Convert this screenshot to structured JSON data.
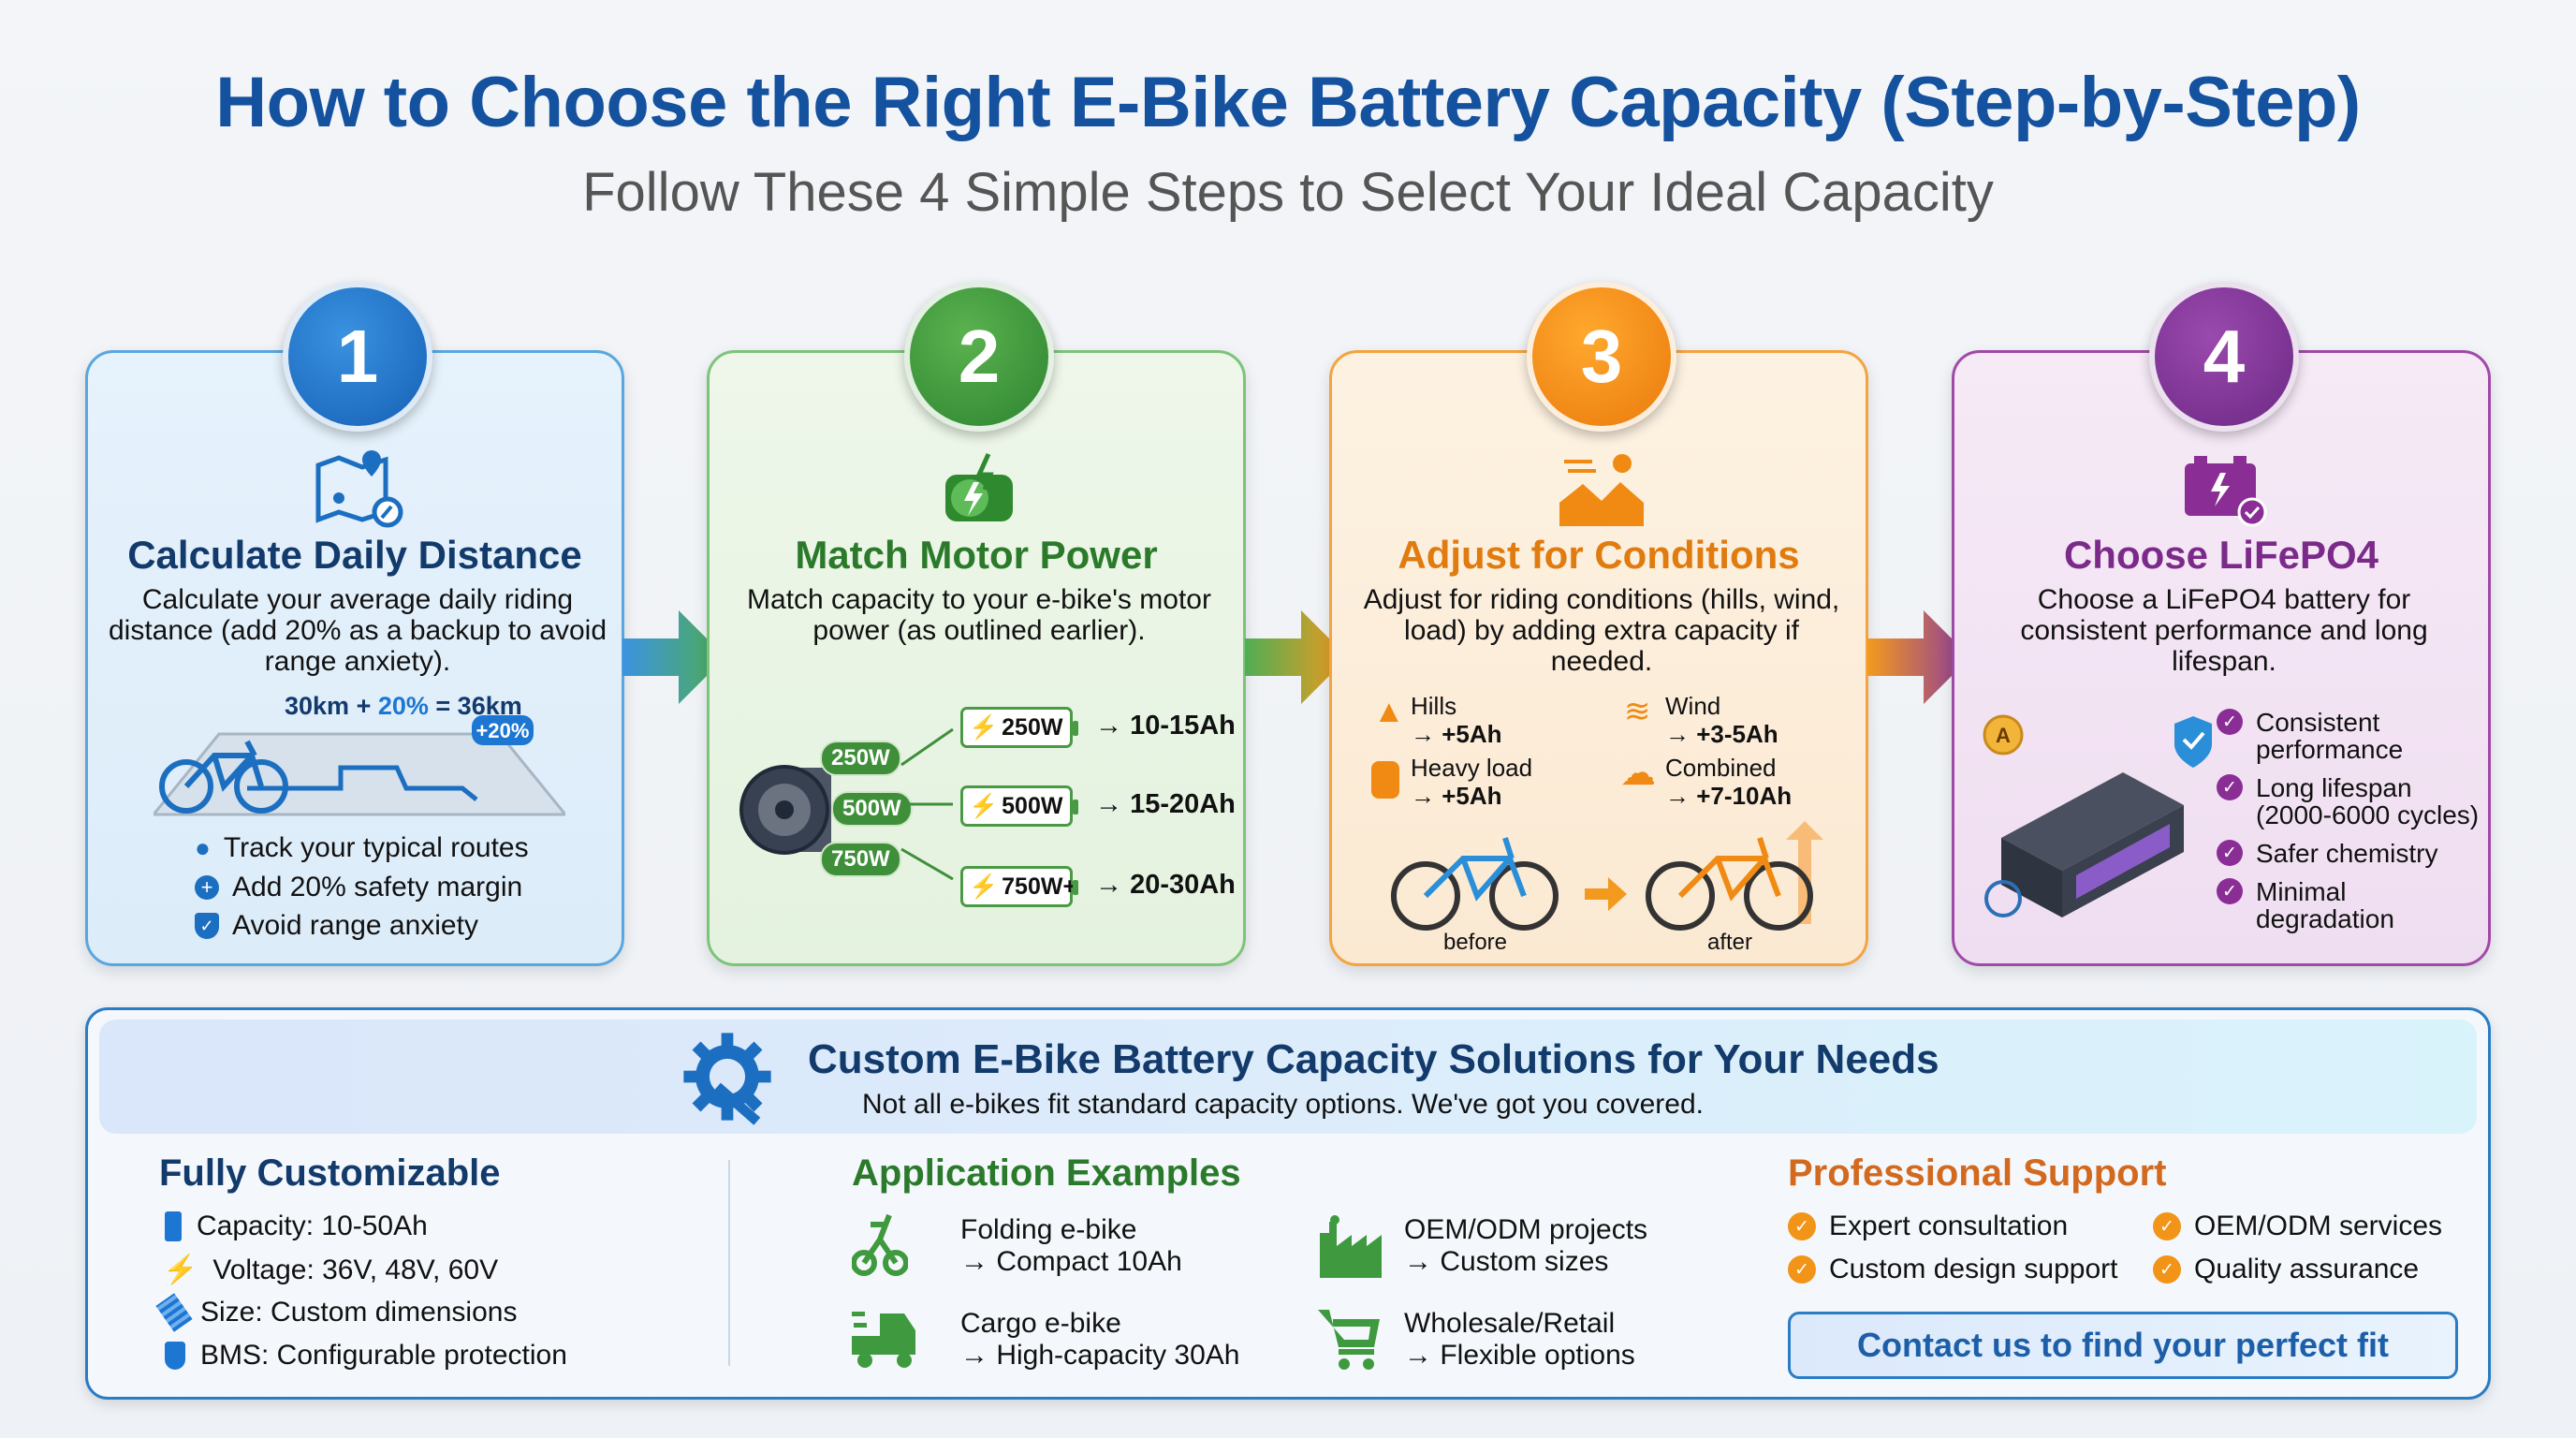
{
  "header": {
    "title": "How to Choose the Right E-Bike Battery Capacity (Step-by-Step)",
    "subtitle": "Follow These 4 Simple Steps to Select Your Ideal Capacity"
  },
  "steps": [
    {
      "number": "1",
      "title": "Calculate Daily Distance",
      "description": "Calculate your average daily riding distance (add 20% as a backup to avoid range anxiety).",
      "formula": {
        "a": "30km",
        "plus": " + ",
        "b": "20%",
        "eq": " = ",
        "result": "36km"
      },
      "badge": "+20%",
      "bullets": [
        "Track your typical routes",
        "Add 20% safety margin",
        "Avoid range anxiety"
      ]
    },
    {
      "number": "2",
      "title": "Match Motor Power",
      "description": "Match capacity to your e-bike's motor power (as outlined earlier).",
      "mapping": [
        {
          "motor": "250W",
          "battery": "250W",
          "capacity": "10-15Ah"
        },
        {
          "motor": "500W",
          "battery": "500W",
          "capacity": "15-20Ah"
        },
        {
          "motor": "750W",
          "battery": "750W+",
          "capacity": "20-30Ah"
        }
      ]
    },
    {
      "number": "3",
      "title": "Adjust for Conditions",
      "description": "Adjust for riding conditions (hills, wind, load) by adding extra capacity if needed.",
      "conditions": [
        {
          "name": "Hills",
          "add": "→ +5Ah"
        },
        {
          "name": "Wind",
          "add": "→ +3-5Ah"
        },
        {
          "name": "Heavy load",
          "add": "→ +5Ah"
        },
        {
          "name": "Combined",
          "add": "→ +7-10Ah"
        }
      ],
      "before": "before",
      "after": "after"
    },
    {
      "number": "4",
      "title": "Choose LiFePO4",
      "description": "Choose a LiFePO4 battery for consistent performance and long lifespan.",
      "benefits": [
        {
          "l1": "Consistent",
          "l2": "performance"
        },
        {
          "l1": "Long lifespan",
          "l2": "(2000-6000 cycles)"
        },
        {
          "l1": "Safer chemistry",
          "l2": ""
        },
        {
          "l1": "Minimal",
          "l2": "degradation"
        }
      ]
    }
  ],
  "custom": {
    "title": "Custom E-Bike Battery Capacity Solutions for Your Needs",
    "subtitle": "Not all e-bikes fit standard capacity options. We've got you covered.",
    "customizable": {
      "title": "Fully Customizable",
      "items": [
        "Capacity: 10-50Ah",
        "Voltage: 36V, 48V, 60V",
        "Size: Custom dimensions",
        "BMS: Configurable protection"
      ]
    },
    "applications": {
      "title": "Application Examples",
      "items": [
        {
          "name": "Folding e-bike",
          "detail": "→ Compact 10Ah"
        },
        {
          "name": "OEM/ODM projects",
          "detail": "→ Custom sizes"
        },
        {
          "name": "Cargo e-bike",
          "detail": "→ High-capacity 30Ah"
        },
        {
          "name": "Wholesale/Retail",
          "detail": "→ Flexible options"
        }
      ]
    },
    "support": {
      "title": "Professional Support",
      "items": [
        "Expert consultation",
        "OEM/ODM services",
        "Custom design support",
        "Quality assurance"
      ],
      "cta": "Contact us to find your perfect fit"
    }
  },
  "colors": {
    "title": "#14519e",
    "step1": "#1560b6",
    "step2": "#2d8430",
    "step3": "#ea7a0c",
    "step4": "#6c2884",
    "support": "#d2691e"
  }
}
